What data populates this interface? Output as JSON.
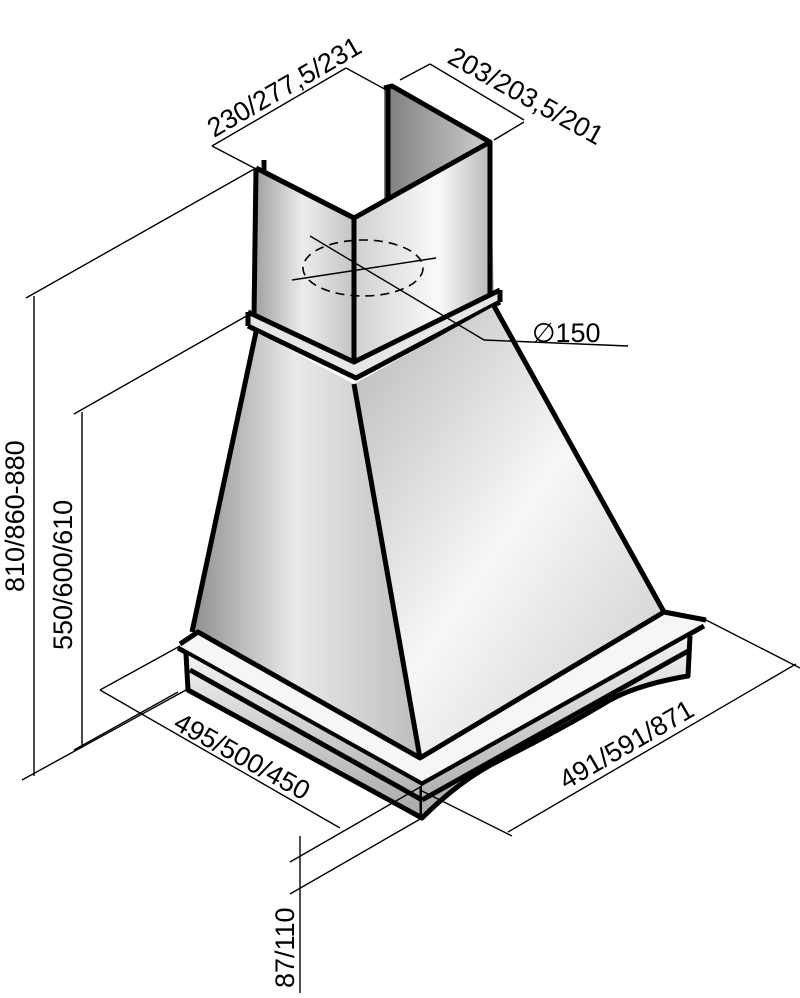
{
  "diagram": {
    "subject": "chimney cooker hood dimension drawing",
    "dimensions": {
      "chimney_width": "230/277,5/231",
      "chimney_depth": "203/203,5/201",
      "duct_diameter": "∅150",
      "total_height": "810/860-880",
      "hood_height": "550/600/610",
      "hood_depth": "495/500/450",
      "hood_width": "491/591/871",
      "base_height": "87/110"
    },
    "colors": {
      "ink": "#000000",
      "metal_light": "#f4f4f4",
      "metal_mid": "#cfcfcf",
      "metal_dark": "#9a9a9a"
    }
  }
}
